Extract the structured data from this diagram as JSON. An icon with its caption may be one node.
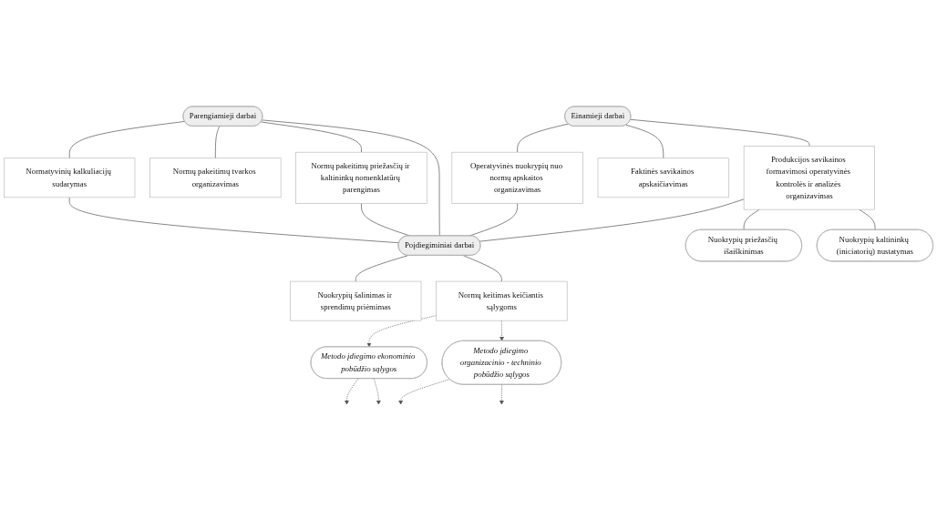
{
  "diagram": {
    "nodes": [
      {
        "text": [
          "Metodo įdiegimo ekonominio pobūdžio sąlygos"
        ]
      },
      {
        "text": [
          "Parengiamieji darbai"
        ]
      },
      {
        "text": [
          "Normatyvinių kalkuliacijų sudarymas"
        ]
      },
      {
        "text": [
          "Normų pakeitimų tvarkos organizavimas"
        ]
      },
      {
        "text": [
          "Normų pakeitimų priežasčių ir kaltininkų nomenklatūrų parengimas"
        ]
      },
      {
        "text": [
          "Einamieji darbai"
        ]
      },
      {
        "text": [
          "Operatyvinės nuokrypių nuo normų apskaitos organizavimas"
        ]
      },
      {
        "text": [
          "Faktinės savikainos apskaičiavimas"
        ]
      },
      {
        "text": [
          "Produkcijos savikainos formavimosi operatyvinės kontrolės ir analizės organizavimas"
        ]
      },
      {
        "text": [
          "Nuokrypių priežasčių išaiškinimas"
        ]
      },
      {
        "text": [
          "Nuokrypių kaltininkų (iniciatorių) nustatymas"
        ]
      },
      {
        "text": [
          "Poįdiegiminiai darbai"
        ]
      },
      {
        "text": [
          "Nuokrypių šalinimas ir sprendimų priėmimas"
        ]
      },
      {
        "text": [
          "Normų keitimas keičiantis sąlygoms"
        ]
      },
      {
        "text": [
          "Metodo įdiegimo organizacinio - techninio pobūdžio sąlygos"
        ]
      }
    ],
    "edges": [
      {
        "from": 1,
        "to": 2,
        "arrow": "none"
      },
      {
        "from": 1,
        "to": 3,
        "arrow": "none"
      },
      {
        "from": 1,
        "to": 4,
        "arrow": "none"
      },
      {
        "from": 1,
        "to": 11,
        "arrow": "none"
      },
      {
        "from": 2,
        "to": 11,
        "arrow": "none"
      },
      {
        "from": 4,
        "to": 11,
        "arrow": "none"
      },
      {
        "from": 0,
        "to": null,
        "arrow": "to",
        "style": "dashed"
      },
      {
        "from": 14,
        "to": null,
        "arrow": "to",
        "style": "dashed"
      },
      {
        "from": 5,
        "to": 6,
        "arrow": "none"
      },
      {
        "from": 5,
        "to": 7,
        "arrow": "none"
      },
      {
        "from": 5,
        "to": 8,
        "arrow": "none"
      },
      {
        "from": 6,
        "to": 11,
        "arrow": "none"
      },
      {
        "from": 8,
        "to": 11,
        "arrow": "none"
      },
      {
        "from": 8,
        "to": 9,
        "arrow": "none"
      },
      {
        "from": 8,
        "to": 10,
        "arrow": "none"
      },
      {
        "from": 0,
        "to": null,
        "arrow": "to",
        "style": "dashed"
      },
      {
        "from": 14,
        "to": null,
        "arrow": "to",
        "style": "dashed"
      },
      {
        "from": 11,
        "to": 12,
        "arrow": "none"
      },
      {
        "from": 11,
        "to": 13,
        "arrow": "none"
      },
      {
        "from": 13,
        "to": 0,
        "arrow": "to",
        "style": "dashed"
      },
      {
        "from": 13,
        "to": 14,
        "arrow": "to",
        "style": "dashed"
      }
    ]
  }
}
